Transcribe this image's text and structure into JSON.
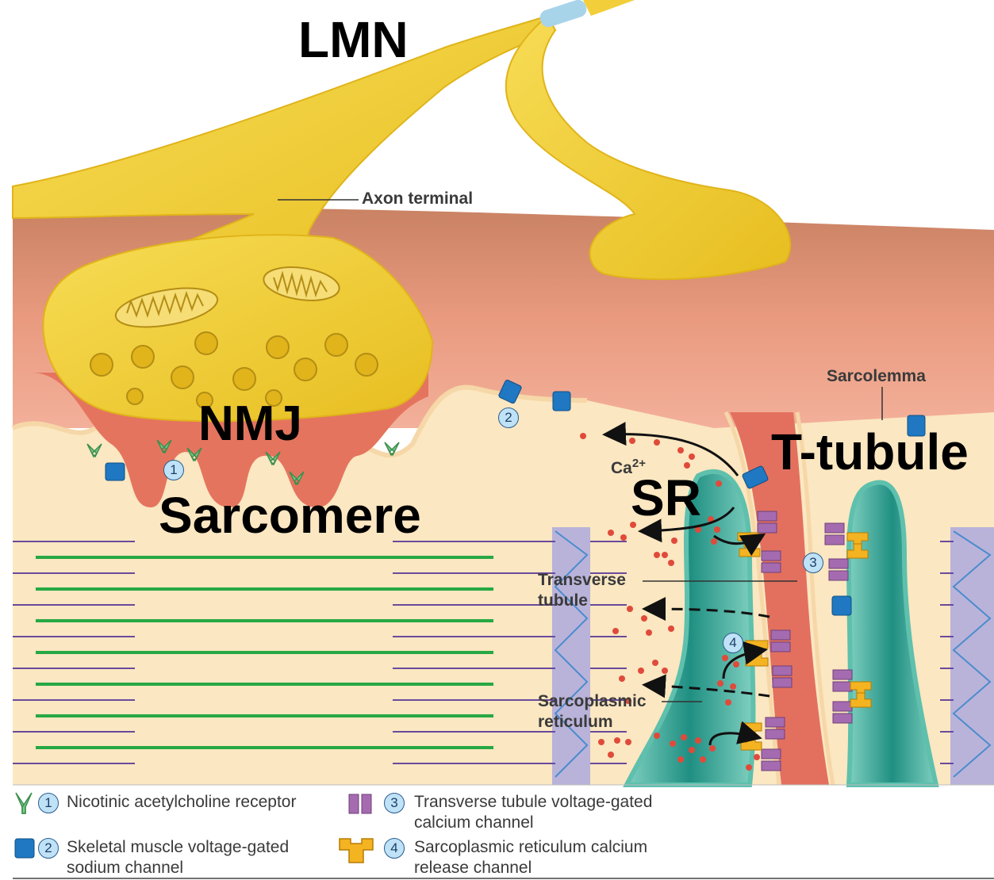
{
  "title_labels": {
    "lmn": "LMN",
    "nmj": "NMJ",
    "sarcomere": "Sarcomere",
    "sr": "SR",
    "t_tubule": "T-tubule"
  },
  "callouts": {
    "axon_terminal": "Axon terminal",
    "sarcolemma": "Sarcolemma",
    "transverse_tubule_line1": "Transverse",
    "transverse_tubule_line2": "tubule",
    "sarcoplasmic_reticulum_line1": "Sarcoplasmic",
    "sarcoplasmic_reticulum_line2": "reticulum",
    "calcium_base": "Ca",
    "calcium_charge": "2+"
  },
  "markers": {
    "m1": "1",
    "m2": "2",
    "m3": "3",
    "m4": "4"
  },
  "legend": [
    {
      "number": "1",
      "text_line1": "Nicotinic acetylcholine receptor",
      "text_line2": "",
      "icon": "nicotinic-receptor-icon"
    },
    {
      "number": "2",
      "text_line1": "Skeletal muscle voltage-gated",
      "text_line2": "sodium channel",
      "icon": "sodium-channel-icon"
    },
    {
      "number": "3",
      "text_line1": "Transverse tubule voltage-gated",
      "text_line2": "calcium channel",
      "icon": "calcium-channel-icon"
    },
    {
      "number": "4",
      "text_line1": "Sarcoplasmic reticulum calcium",
      "text_line2": "release channel",
      "icon": "release-channel-icon"
    }
  ],
  "colors": {
    "axon": "#f2cf3a",
    "muscle": "#e99a7f",
    "cytoplasm": "#fbe7c1",
    "sr": "#2a9d8f",
    "sodium_channel": "#1f78c1",
    "calcium_channel": "#a56bb0",
    "release_channel": "#f4b321",
    "receptor": "#7cc98a",
    "actin": "#27a844",
    "myosin": "#6a4a9c"
  }
}
